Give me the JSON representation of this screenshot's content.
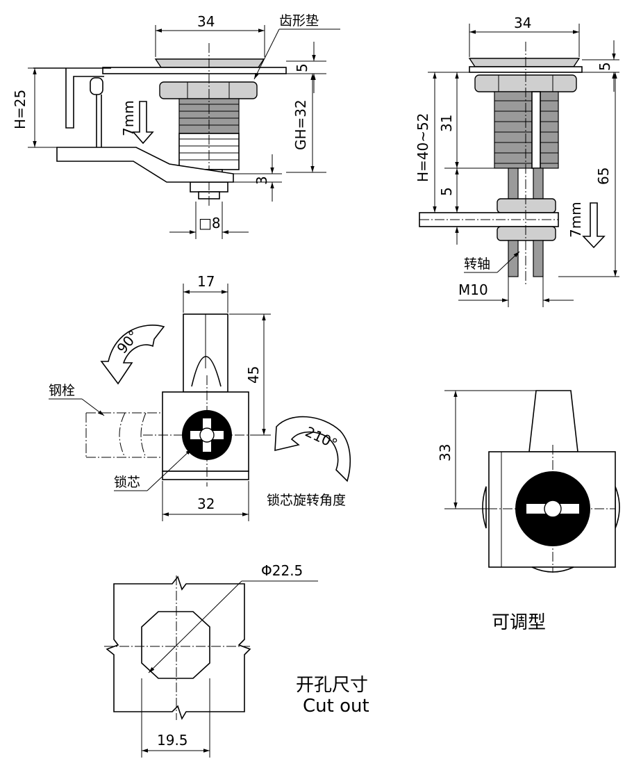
{
  "top_left": {
    "width": "34",
    "washer": "齿形垫",
    "washer_thk": "5",
    "height_h": "H=25",
    "travel": "7mm",
    "grip": "GH=32",
    "shaft_thk": "3",
    "square": "□8"
  },
  "top_right": {
    "width": "34",
    "washer_thk": "5",
    "height_h": "H=40~52",
    "body_len": "31",
    "gap": "5",
    "total": "65",
    "travel": "7mm",
    "shaft": "转轴",
    "thread": "M10"
  },
  "mid_left": {
    "cam_width": "17",
    "rot_cam": "90°",
    "cam_len": "45",
    "bolt": "钢栓",
    "rot_core": "210°",
    "core": "锁芯",
    "body_width": "32",
    "core_rotation": "锁芯旋转角度"
  },
  "mid_right": {
    "height": "33",
    "caption": "可调型"
  },
  "cutout": {
    "diameter": "Φ22.5",
    "flat": "19.5",
    "title_cn": "开孔尺寸",
    "title_en": "Cut out"
  }
}
